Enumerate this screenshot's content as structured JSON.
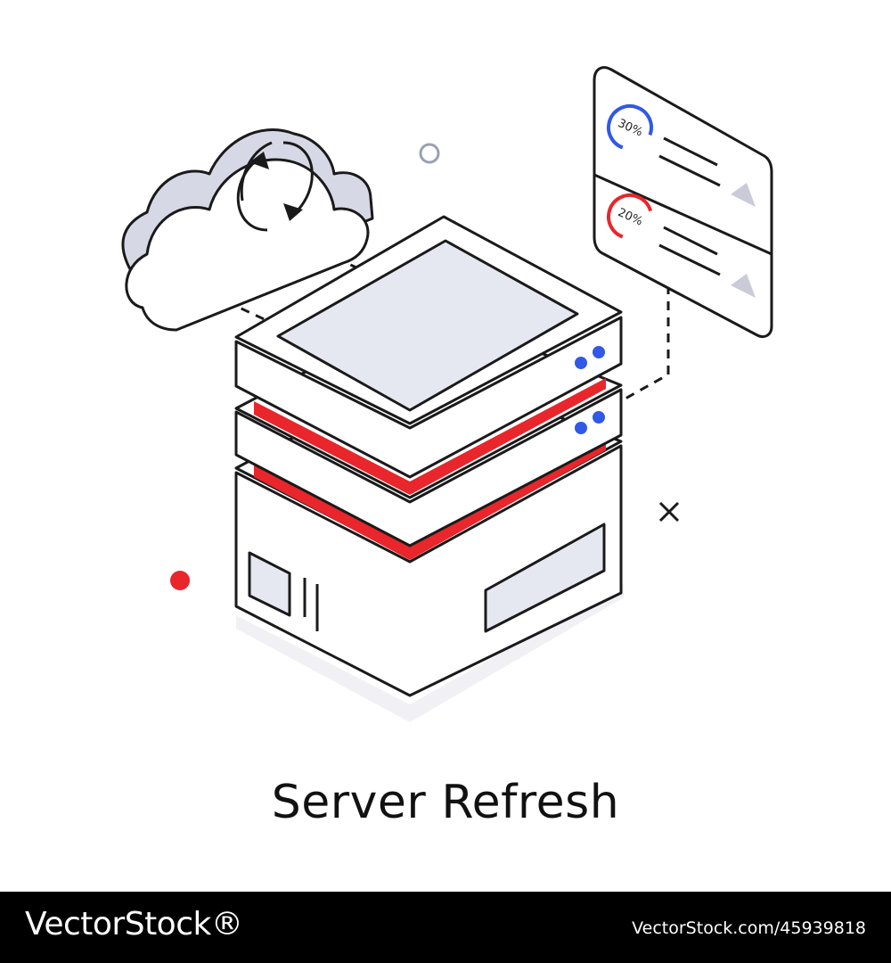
{
  "illustration": {
    "caption": "Server Refresh",
    "panel": {
      "gauges": [
        {
          "label": "30%",
          "value": 30,
          "color": "#2f59e6"
        },
        {
          "label": "20%",
          "value": 20,
          "color": "#e8262b"
        }
      ]
    },
    "icons": [
      "cloud-sync-icon",
      "server-stack-icon",
      "stats-panel-icon",
      "circle-decoration-icon",
      "cross-decoration-icon",
      "dot-decoration-icon"
    ]
  },
  "colors": {
    "outline": "#1a1a1a",
    "fill_light": "#e6e8f1",
    "accent_red": "#e8262b",
    "accent_blue": "#2f59e6",
    "shadow": "#f1f1f5"
  },
  "footer": {
    "brand": "VectorStock®",
    "image_id": "VectorStock.com/45939818"
  }
}
